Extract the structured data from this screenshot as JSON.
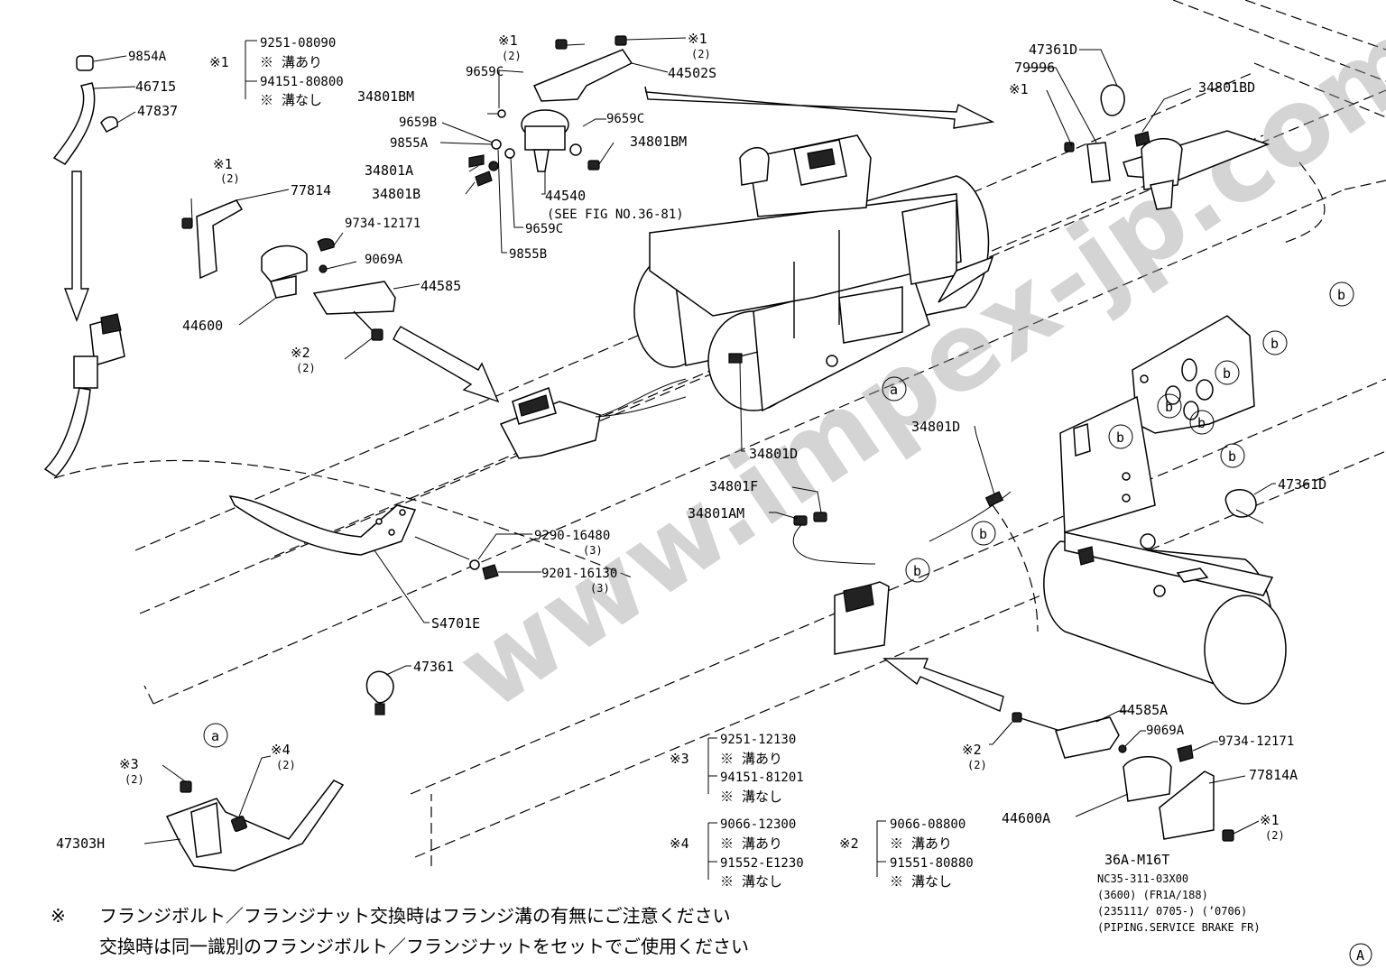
{
  "part_labels": {
    "p9854A": "9854A",
    "p46715": "46715",
    "p47837": "47837",
    "p9251_08090": "9251-08090",
    "groove_yes_1": "※ 溝あり",
    "p94151_80800": "94151-80800",
    "groove_no_1": "※ 溝なし",
    "p44502S": "44502S",
    "p9659C_a": "9659C",
    "p34801BM_a": "34801BM",
    "p9659B": "9659B",
    "p9855A": "9855A",
    "p34801A": "34801A",
    "p34801B": "34801B",
    "p9659C_b": "9659C",
    "p34801BM_b": "34801BM",
    "p44540": "44540",
    "see_fig": "(SEE FIG NO.36-81)",
    "p9659C_c": "9659C",
    "p9855B": "9855B",
    "p77814": "77814",
    "p9734_12171_a": "9734-12171",
    "p9069A_a": "9069A",
    "p44585": "44585",
    "p44600": "44600",
    "p47361D_a": "47361D",
    "p79996": "79996",
    "p34801BD": "34801BD",
    "p34801D_a": "34801D",
    "p34801D_b": "34801D",
    "p34801F": "34801F",
    "p34801AM": "34801AM",
    "p9290_16480": "9290-16480",
    "p9201_16130": "9201-16130",
    "pS4701E": "S4701E",
    "p47361": "47361",
    "p47361D_b": "47361D",
    "p44585A": "44585A",
    "p9069A_b": "9069A",
    "p9734_12171_b": "9734-12171",
    "p77814A": "77814A",
    "p44600A": "44600A",
    "p47303H": "47303H"
  },
  "mark_labels": {
    "x1": "※1",
    "x2": "※2",
    "x3": "※3",
    "x4": "※4",
    "qty2": "(2)",
    "qty3": "(3)",
    "ref_a": "a",
    "ref_b": "b",
    "ref_A": "A"
  },
  "legends": {
    "x3": {
      "mark": "※3",
      "p1": "9251-12130",
      "g1": "※ 溝あり",
      "p2": "94151-81201",
      "g2": "※ 溝なし"
    },
    "x4": {
      "mark": "※4",
      "p1": "9066-12300",
      "g1": "※ 溝あり",
      "p2": "91552-E1230",
      "g2": "※ 溝なし"
    },
    "x2": {
      "mark": "※2",
      "p1": "9066-08800",
      "g1": "※ 溝あり",
      "p2": "91551-80880",
      "g2": "※ 溝なし"
    }
  },
  "drawing_info": {
    "code": "36A-M16T",
    "line1": "NC35-311-03X00",
    "line2": "(3600) (FR1A/188)",
    "line3": "(235111/ 0705-) (’0706)",
    "line4": "(PIPING.SERVICE BRAKE FR)"
  },
  "notes": {
    "mark": "※",
    "line1": "フランジボルト／フランジナット交換時はフランジ溝の有無にご注意ください",
    "line2": "交換時は同一識別のフランジボルト／フランジナットをセットでご使用ください"
  },
  "watermark": "www.impex-jp.com",
  "colors": {
    "ink": "#000000",
    "paper": "#ffffff",
    "watermark": "#9a9a9a"
  }
}
